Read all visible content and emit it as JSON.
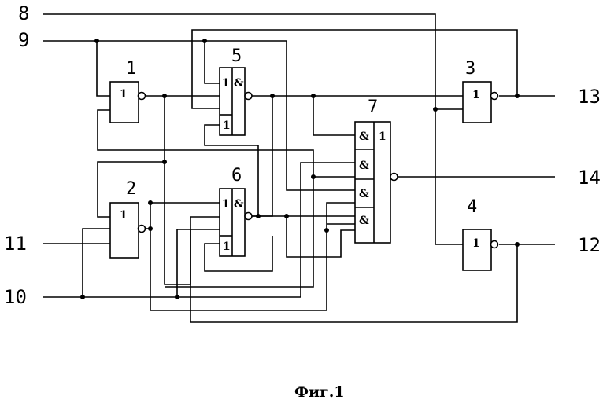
{
  "caption": "Фиг.1",
  "terminals": {
    "t8": "8",
    "t9": "9",
    "t10": "10",
    "t11": "11",
    "t12": "12",
    "t13": "13",
    "t14": "14"
  },
  "elements": {
    "e1": {
      "number": "1",
      "symbol": "1"
    },
    "e2": {
      "number": "2",
      "symbol": "1"
    },
    "e3": {
      "number": "3",
      "symbol": "1"
    },
    "e4": {
      "number": "4",
      "symbol": "1"
    },
    "e5": {
      "number": "5",
      "or_symbol": "1",
      "and_symbol": "&",
      "reset_symbol": "1"
    },
    "e6": {
      "number": "6",
      "or_symbol": "1",
      "and_symbol": "&",
      "reset_symbol": "1"
    },
    "e7": {
      "number": "7",
      "and_symbol": "&",
      "or_symbol": "1"
    }
  }
}
